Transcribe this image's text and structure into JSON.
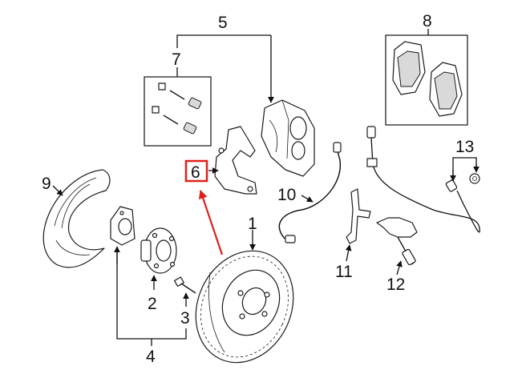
{
  "callouts": [
    {
      "id": "1",
      "text": "1"
    },
    {
      "id": "2",
      "text": "2"
    },
    {
      "id": "3",
      "text": "3"
    },
    {
      "id": "4",
      "text": "4"
    },
    {
      "id": "5",
      "text": "5"
    },
    {
      "id": "6",
      "text": "6"
    },
    {
      "id": "7",
      "text": "7"
    },
    {
      "id": "8",
      "text": "8"
    },
    {
      "id": "9",
      "text": "9"
    },
    {
      "id": "10",
      "text": "10"
    },
    {
      "id": "11",
      "text": "11"
    },
    {
      "id": "12",
      "text": "12"
    },
    {
      "id": "13",
      "text": "13"
    }
  ],
  "highlight": {
    "target": "6",
    "color": "#e0201b"
  },
  "colors": {
    "line": "#111111",
    "accent": "#e0201b"
  }
}
